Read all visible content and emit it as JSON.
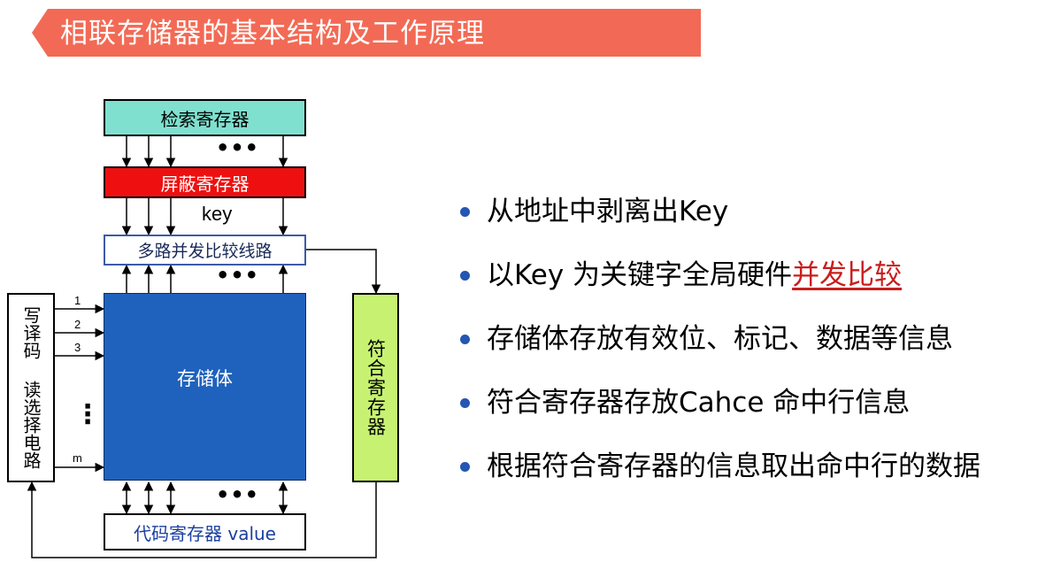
{
  "title": "相联存储器的基本结构及工作原理",
  "diagram": {
    "search_register": "检索寄存器",
    "mask_register": "屏蔽寄存器",
    "key_label": "key",
    "compare_circuit": "多路并发比较线路",
    "storage_body": "存储体",
    "code_register": "代码寄存器 value",
    "match_register": "符合寄存器",
    "decoder": "写译码 读选择电路",
    "row_labels": [
      "1",
      "2",
      "3",
      "m"
    ],
    "dots": "•••",
    "vdots": "⋮"
  },
  "bullets": [
    {
      "text": "从地址中剥离出Key",
      "highlight": ""
    },
    {
      "text": "以Key 为关键字全局硬件",
      "highlight": "并发比较"
    },
    {
      "text": "存储体存放有效位、标记、数据等信息",
      "highlight": ""
    },
    {
      "text": "符合寄存器存放Cahce 命中行信息",
      "highlight": ""
    },
    {
      "text": "根据符合寄存器的信息取出命中行的数据",
      "highlight": ""
    }
  ],
  "colors": {
    "title_bar": "#f26a55",
    "search_register": "#7fe0cf",
    "mask_register": "#ee1010",
    "storage_body": "#1f62bd",
    "match_register": "#c7f271",
    "bullet_dot": "#2456b3",
    "highlight": "#c81e1e"
  }
}
